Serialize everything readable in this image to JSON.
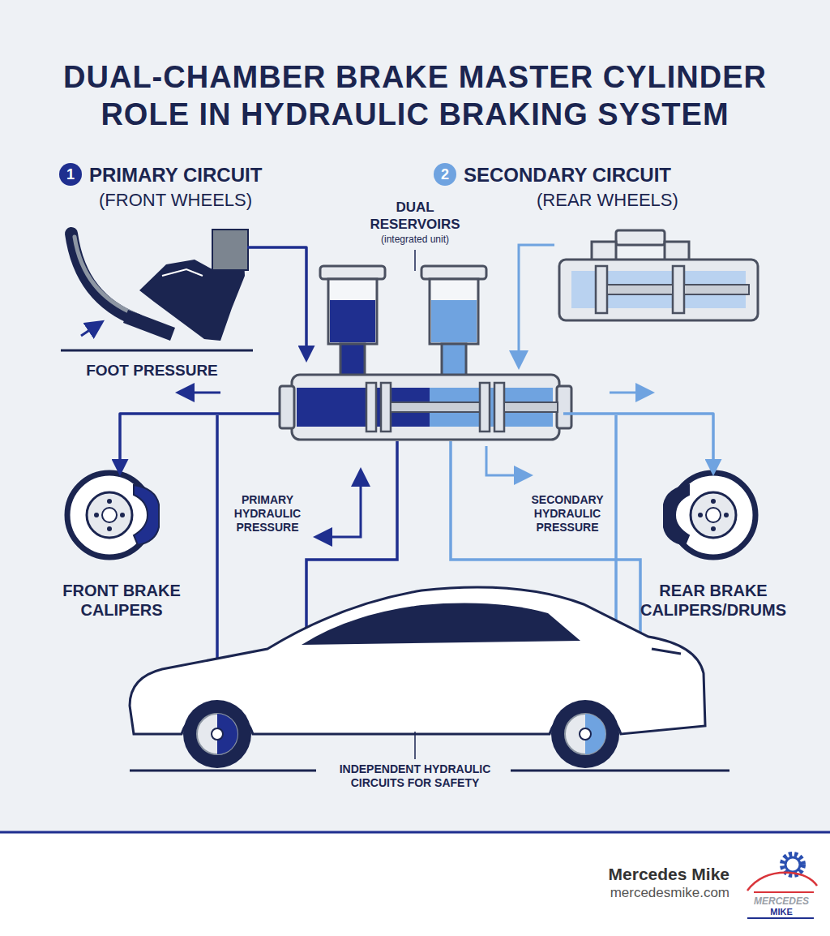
{
  "diagram": {
    "title": "DUAL-CHAMBER BRAKE MASTER CYLINDER ROLE IN HYDRAULIC BRAKING SYSTEM",
    "nodes": [
      {
        "text": [
          "1"
        ]
      },
      {
        "text": [
          "2"
        ]
      },
      {
        "text": [
          "FOOT PRESSURE"
        ]
      },
      {
        "text": [
          "DUAL RESERVOIRS",
          "(integrated unit)"
        ]
      },
      {
        "text": [
          "FRONT BRAKE CALIPERS"
        ]
      },
      {
        "text": [
          "REAR BRAKE CALIPERS/DRUMS"
        ]
      }
    ],
    "edges": [
      {
        "from": 2,
        "to": 3,
        "arrow": "to"
      },
      {
        "from": 3,
        "to": 4,
        "label": "PRIMARY HYDRAULIC PRESSURE",
        "arrow": "to"
      },
      {
        "from": 3,
        "to": 5,
        "label": "SECONDARY HYDRAULIC PRESSURE",
        "arrow": "to"
      }
    ],
    "labels": [
      "PRIMARY CIRCUIT",
      "(FRONT WHEELS)",
      "SECONDARY CIRCUIT",
      "(REAR WHEELS)",
      "INDEPENDENT HYDRAULIC CIRCUITS FOR SAFETY",
      "Mercedes Mike",
      "mercedesmike.com",
      "MERCEDES",
      "MIKE"
    ]
  }
}
